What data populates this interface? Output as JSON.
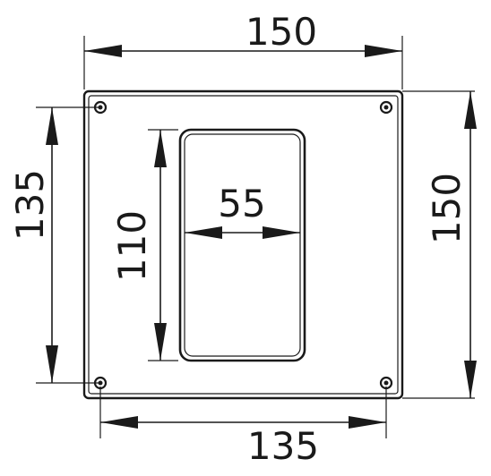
{
  "dimensions": {
    "top_width": "150",
    "bottom_hole_spacing": "135",
    "left_hole_spacing": "135",
    "right_height": "150",
    "cutout_width": "55",
    "cutout_height": "110"
  }
}
